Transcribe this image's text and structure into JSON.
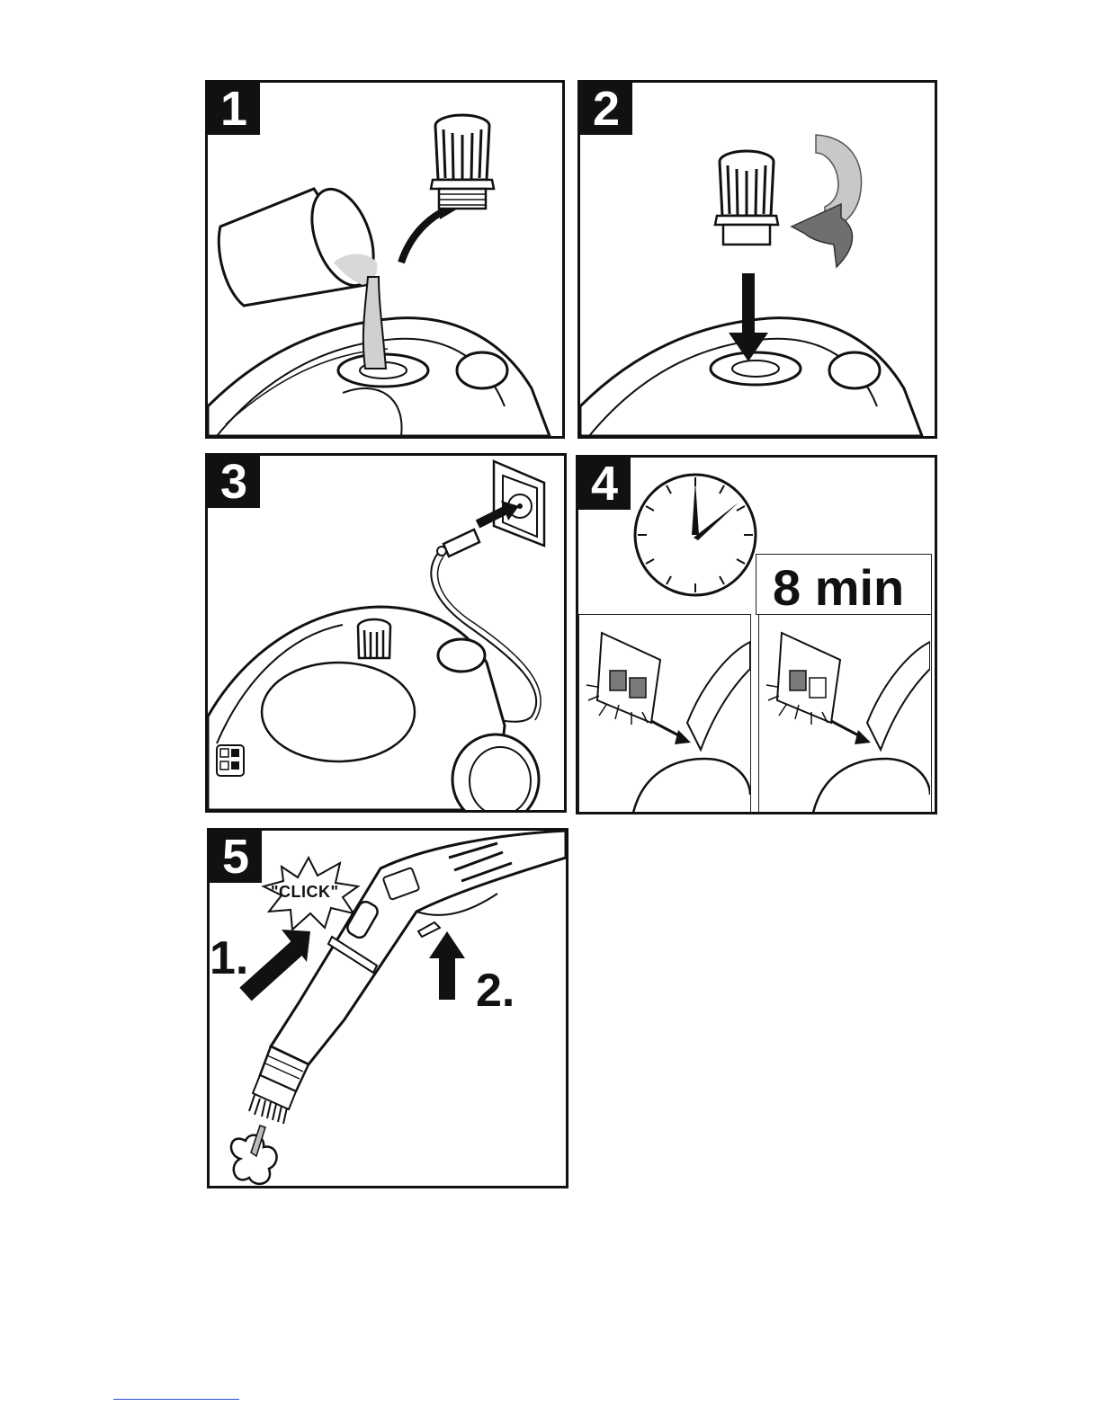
{
  "steps": [
    {
      "number": "1"
    },
    {
      "number": "2"
    },
    {
      "number": "3"
    },
    {
      "number": "4",
      "time_label": "8 min"
    },
    {
      "number": "5",
      "first_label": "1.",
      "second_label": "2.",
      "sound_label": "\"CLICK\""
    }
  ],
  "colors": {
    "ink": "#111111",
    "shade": "#bfbfbf",
    "dark_shade": "#6f6f6f",
    "link_line": "#2a4ee0"
  },
  "icons": [
    "water-jug-icon",
    "filler-cap-icon",
    "rotate-arrow-icon",
    "power-plug-icon",
    "wall-socket-icon",
    "clock-icon",
    "indicator-lamp-icon",
    "hand-tool-icon",
    "round-brush-icon"
  ]
}
